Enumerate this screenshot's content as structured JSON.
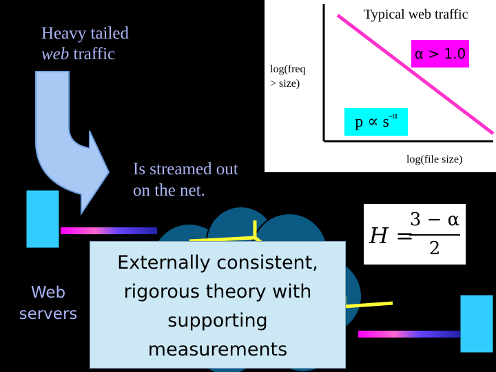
{
  "slide": {
    "heavy_tailed_line1": "Heavy tailed",
    "heavy_tailed_italic": "web",
    "heavy_tailed_rest": " traffic",
    "streamed_line1": "Is streamed out",
    "streamed_line2": "on the net.",
    "web_servers_line1": "Web",
    "web_servers_line2": "servers"
  },
  "plot": {
    "title": "Typical web traffic",
    "alpha_condition": "α > 1.0",
    "ylabel_line1": "log(freq",
    "ylabel_line2": "> size)",
    "xlabel": "log(file size)",
    "proportionality_base": "p ∝ s",
    "proportionality_exponent": "-α"
  },
  "formula": {
    "lhs": "H =",
    "numerator": "3 − α",
    "denominator": "2"
  },
  "callout": {
    "text": "Externally consistent,\nrigorous theory with\nsupporting\nmeasurements"
  },
  "colors": {
    "background": "#000000",
    "text_lavender": "#a9b4f4",
    "magenta": "#ff00ff",
    "cyan_box": "#00ffff",
    "server_blue": "#33ccff",
    "cloud_fill": "#0a5a84",
    "link_yellow": "#ffff33",
    "callout_fill": "#cce8f4"
  }
}
